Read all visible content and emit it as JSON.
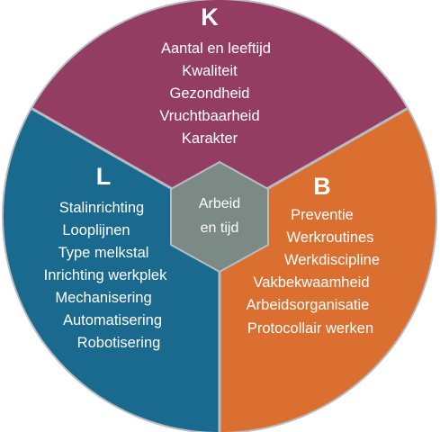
{
  "colors": {
    "top": "#933d62",
    "left": "#1a6a8f",
    "right": "#db6f2f",
    "center": "#7b8a84",
    "border": "#b7bcc2"
  },
  "segments": {
    "top": {
      "letter": "K",
      "items": [
        "Aantal en leeftijd",
        "Kwaliteit",
        "Gezondheid",
        "Vruchtbaarheid",
        "Karakter"
      ]
    },
    "left": {
      "letter": "L",
      "items": [
        "Stalinrichting",
        "Looplijnen",
        "Type melkstal",
        "Inrichting werkplek",
        "Mechanisering",
        "Automatisering",
        "Robotisering"
      ]
    },
    "right": {
      "letter": "B",
      "items": [
        "Preventie",
        "Werkroutines",
        "Werkdiscipline",
        "Vakbekwaamheid",
        "Arbeidsorganisatie",
        "Protocollair werken"
      ]
    }
  },
  "center": {
    "lines": [
      "Arbeid",
      "en tijd"
    ]
  }
}
